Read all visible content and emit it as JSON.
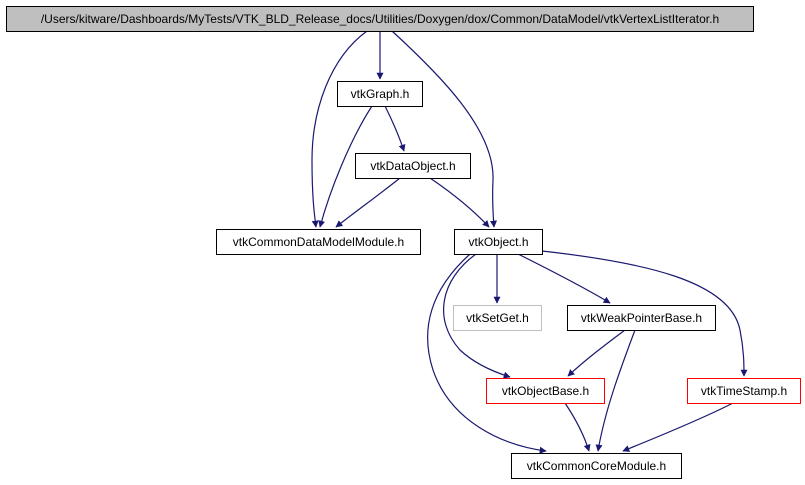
{
  "diagram": {
    "edge_color": "#191970",
    "nodes": [
      {
        "id": "root",
        "label": "/Users/kitware/Dashboards/MyTests/VTK_BLD_Release_docs/Utilities/Doxygen/dox/Common/DataModel/vtkVertexListIterator.h",
        "style": "root",
        "fill": "#bfbfbf",
        "stroke": "#000000"
      },
      {
        "id": "vtkGraph",
        "label": "vtkGraph.h",
        "style": "normal",
        "fill": "#ffffff",
        "stroke": "#000000"
      },
      {
        "id": "vtkDataObject",
        "label": "vtkDataObject.h",
        "style": "normal",
        "fill": "#ffffff",
        "stroke": "#000000"
      },
      {
        "id": "vtkCommonDataModelModule",
        "label": "vtkCommonDataModelModule.h",
        "style": "normal",
        "fill": "#ffffff",
        "stroke": "#000000"
      },
      {
        "id": "vtkObject",
        "label": "vtkObject.h",
        "style": "normal",
        "fill": "#ffffff",
        "stroke": "#000000"
      },
      {
        "id": "vtkSetGet",
        "label": "vtkSetGet.h",
        "style": "missing",
        "fill": "#ffffff",
        "stroke": "#bfbfbf"
      },
      {
        "id": "vtkWeakPointerBase",
        "label": "vtkWeakPointerBase.h",
        "style": "normal",
        "fill": "#ffffff",
        "stroke": "#000000"
      },
      {
        "id": "vtkObjectBase",
        "label": "vtkObjectBase.h",
        "style": "truncated",
        "fill": "#ffffff",
        "stroke": "#ff0000"
      },
      {
        "id": "vtkTimeStamp",
        "label": "vtkTimeStamp.h",
        "style": "truncated",
        "fill": "#ffffff",
        "stroke": "#ff0000"
      },
      {
        "id": "vtkCommonCoreModule",
        "label": "vtkCommonCoreModule.h",
        "style": "normal",
        "fill": "#ffffff",
        "stroke": "#000000"
      }
    ],
    "edges": [
      {
        "from": "root",
        "to": "vtkGraph"
      },
      {
        "from": "root",
        "to": "vtkCommonDataModelModule"
      },
      {
        "from": "root",
        "to": "vtkObject"
      },
      {
        "from": "vtkGraph",
        "to": "vtkDataObject"
      },
      {
        "from": "vtkGraph",
        "to": "vtkCommonDataModelModule"
      },
      {
        "from": "vtkDataObject",
        "to": "vtkCommonDataModelModule"
      },
      {
        "from": "vtkDataObject",
        "to": "vtkObject"
      },
      {
        "from": "vtkObject",
        "to": "vtkSetGet"
      },
      {
        "from": "vtkObject",
        "to": "vtkWeakPointerBase"
      },
      {
        "from": "vtkObject",
        "to": "vtkObjectBase"
      },
      {
        "from": "vtkObject",
        "to": "vtkTimeStamp"
      },
      {
        "from": "vtkObject",
        "to": "vtkCommonCoreModule"
      },
      {
        "from": "vtkWeakPointerBase",
        "to": "vtkObjectBase"
      },
      {
        "from": "vtkWeakPointerBase",
        "to": "vtkCommonCoreModule"
      },
      {
        "from": "vtkObjectBase",
        "to": "vtkCommonCoreModule"
      },
      {
        "from": "vtkTimeStamp",
        "to": "vtkCommonCoreModule"
      }
    ]
  }
}
